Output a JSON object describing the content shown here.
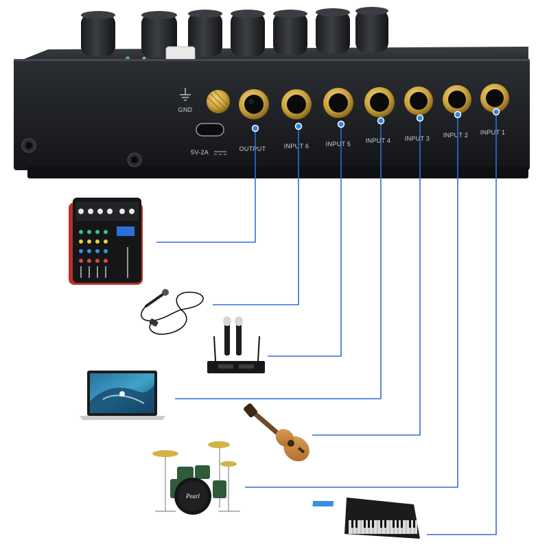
{
  "device": {
    "ground_label": "GND",
    "power_label": "5V-2A",
    "jacks": [
      {
        "id": "output",
        "label": "OUTPUT"
      },
      {
        "id": "input6",
        "label": "INPUT 6"
      },
      {
        "id": "input5",
        "label": "INPUT 5"
      },
      {
        "id": "input4",
        "label": "INPUT 4"
      },
      {
        "id": "input3",
        "label": "INPUT 3"
      },
      {
        "id": "input2",
        "label": "INPUT 2"
      },
      {
        "id": "input1",
        "label": "INPUT 1"
      }
    ]
  },
  "connections": [
    {
      "jack": "output",
      "device": "mixer-console"
    },
    {
      "jack": "input6",
      "device": "wired-microphone"
    },
    {
      "jack": "input5",
      "device": "wireless-microphone-receiver"
    },
    {
      "jack": "input4",
      "device": "laptop"
    },
    {
      "jack": "input3",
      "device": "ukulele"
    },
    {
      "jack": "input2",
      "device": "drum-kit"
    },
    {
      "jack": "input1",
      "device": "electronic-keyboard"
    }
  ],
  "brands": {
    "drum_logo": "Pearl"
  },
  "colors": {
    "cable_line": "#2f6fd6",
    "connector_dot": "#2f86e0",
    "chassis": "#1d1f22",
    "jack_ring": "#c9a13a",
    "knob": "#2a2c30"
  }
}
